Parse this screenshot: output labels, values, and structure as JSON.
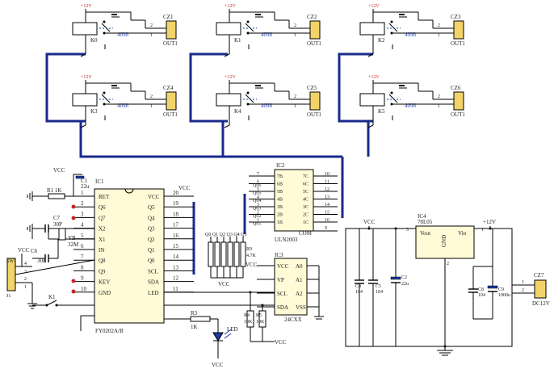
{
  "relays": [
    {
      "id": "k0",
      "supply": "+12V",
      "label": "K0",
      "diode": "4098",
      "connector": "CZ1",
      "out": "OUT1",
      "pin1": "1",
      "pin2": "2"
    },
    {
      "id": "k1",
      "supply": "+12V",
      "label": "K1",
      "diode": "4098",
      "connector": "CZ2",
      "out": "OUT1",
      "pin1": "1",
      "pin2": "2"
    },
    {
      "id": "k2",
      "supply": "+12V",
      "label": "K2",
      "diode": "4098",
      "connector": "CZ3",
      "out": "OUT1",
      "pin1": "1",
      "pin2": "2"
    },
    {
      "id": "k3",
      "supply": "+12V",
      "label": "K3",
      "diode": "4098",
      "connector": "CZ4",
      "out": "OUT1",
      "pin1": "1",
      "pin2": "2"
    },
    {
      "id": "k4",
      "supply": "+12V",
      "label": "K4",
      "diode": "4098",
      "connector": "CZ5",
      "out": "OUT1",
      "pin1": "1",
      "pin2": "2"
    },
    {
      "id": "k5",
      "supply": "+12V",
      "label": "K5",
      "diode": "4098",
      "connector": "CZ6",
      "out": "OUT1",
      "pin1": "1",
      "pin2": "2"
    }
  ],
  "ic1": {
    "ref": "IC1",
    "part": "FY0202A/B",
    "left_pins": [
      {
        "name": "RET",
        "num": "1"
      },
      {
        "name": "Q6",
        "num": "2"
      },
      {
        "name": "Q7",
        "num": "3"
      },
      {
        "name": "X2",
        "num": "4"
      },
      {
        "name": "X1",
        "num": "5"
      },
      {
        "name": "IN",
        "num": "6"
      },
      {
        "name": "Q8",
        "num": "7"
      },
      {
        "name": "Q9",
        "num": "8"
      },
      {
        "name": "KEY",
        "num": "9"
      },
      {
        "name": "GND",
        "num": "10"
      }
    ],
    "right_pins": [
      {
        "name": "VCC",
        "num": "20"
      },
      {
        "name": "Q5",
        "num": "19"
      },
      {
        "name": "Q4",
        "num": "18"
      },
      {
        "name": "Q3",
        "num": "17"
      },
      {
        "name": "Q2",
        "num": "16"
      },
      {
        "name": "Q1",
        "num": "15"
      },
      {
        "name": "Q0",
        "num": "14"
      },
      {
        "name": "SCL",
        "num": "13"
      },
      {
        "name": "SDA",
        "num": "12"
      },
      {
        "name": "LED",
        "num": "11"
      }
    ]
  },
  "ic2": {
    "ref": "IC2",
    "part": "ULN2003",
    "com": "COM",
    "left": [
      {
        "name": "7B",
        "num": "7"
      },
      {
        "name": "6B",
        "num": "6"
      },
      {
        "name": "5B",
        "num": "5"
      },
      {
        "name": "4B",
        "num": "4"
      },
      {
        "name": "3B",
        "num": "3"
      },
      {
        "name": "2B",
        "num": "2"
      },
      {
        "name": "1B",
        "num": "1"
      }
    ],
    "right": [
      {
        "name": "7C",
        "num": "10"
      },
      {
        "name": "6C",
        "num": "11"
      },
      {
        "name": "5C",
        "num": "12"
      },
      {
        "name": "4C",
        "num": "13"
      },
      {
        "name": "3C",
        "num": "14"
      },
      {
        "name": "2C",
        "num": "15"
      },
      {
        "name": "1C",
        "num": "16"
      }
    ],
    "com_num": "9",
    "bus_labels": [
      "Q06",
      "Q05",
      "Q04",
      "Q03",
      "Q02",
      "Q01"
    ]
  },
  "ic3": {
    "ref": "IC3",
    "part": "24CXX",
    "pins": [
      {
        "name": "VCC",
        "right": "A0"
      },
      {
        "name": "VP",
        "right": "A1"
      },
      {
        "name": "SCL",
        "right": "A2"
      },
      {
        "name": "SDA",
        "right": "VSS"
      }
    ]
  },
  "ic4": {
    "ref": "IC4",
    "part": "78L05",
    "vout": "Vout",
    "vin": "Vin",
    "gnd": "GND",
    "pin1": "1",
    "pin2": "2",
    "pin3": "3"
  },
  "power": {
    "vcc": "VCC",
    "v12": "+12V"
  },
  "components": {
    "c1": "C1",
    "c1v": "22u",
    "r1": "R1 1K",
    "c7": "C7",
    "c7v": "30P",
    "c6": "C6",
    "c6v": "30P",
    "y1": "YB",
    "y1v": "32M",
    "k1": "K1",
    "j1": "J1",
    "sw": "SW1",
    "r3": "R3",
    "r3v": "1K",
    "led": "LED",
    "r_pack": "Q0 Q1 Q2 Q3 Q4 Q5",
    "r_pack_val": "4.7K",
    "r_pack_ref": "R9",
    "r4": "R4",
    "r4v": "10K",
    "r5": "R5",
    "r5v": "10K",
    "c4": "C4",
    "c4v": "104",
    "c5": "C5",
    "c5v": "104",
    "c2": "C2",
    "c2v": "22u",
    "c8": "C8",
    "c8v": "104",
    "c9": "C9",
    "c9v": "1000u",
    "cz7": "CZ7",
    "cz7v": "DC12V"
  }
}
